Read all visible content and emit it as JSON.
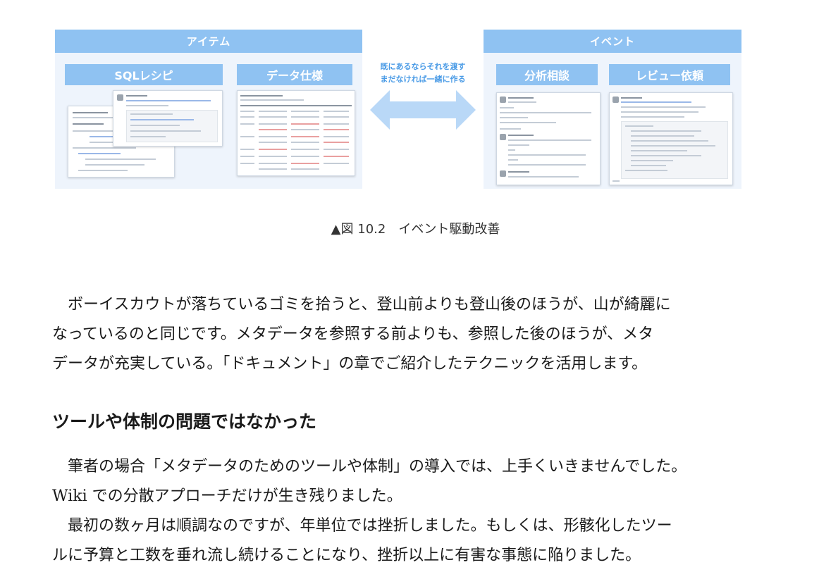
{
  "figure": {
    "left_panel_title": "アイテム",
    "left_sub_1": "SQLレシピ",
    "left_sub_2": "データ仕様",
    "middle_label_line1": "既にあるならそれを渡す",
    "middle_label_line2": "まだなければ一緒に作る",
    "right_panel_title": "イベント",
    "right_sub_1": "分析相談",
    "right_sub_2": "レビュー依頼",
    "accent_color": "#8fc2f2",
    "panel_bg": "#eef4fc",
    "arrow_color": "#b9d8f7"
  },
  "caption": "▲図 10.2　イベント駆動改善",
  "paragraph1": [
    "　ボーイスカウトが落ちているゴミを拾うと、登山前よりも登山後のほうが、山が綺麗に",
    "なっているのと同じです。メタデータを参照する前よりも、参照した後のほうが、メタ",
    "データが充実している。「ドキュメント」の章でご紹介したテクニックを活用します。"
  ],
  "heading": "ツールや体制の問題ではなかった",
  "paragraph2": [
    "　筆者の場合「メタデータのためのツールや体制」の導入では、上手くいきませんでした。",
    "Wiki での分散アプローチだけが生き残りました。",
    "　最初の数ヶ月は順調なのですが、年単位では挫折しました。もしくは、形骸化したツー",
    "ルに予算と工数を垂れ流し続けることになり、挫折以上に有害な事態に陥りました。"
  ]
}
